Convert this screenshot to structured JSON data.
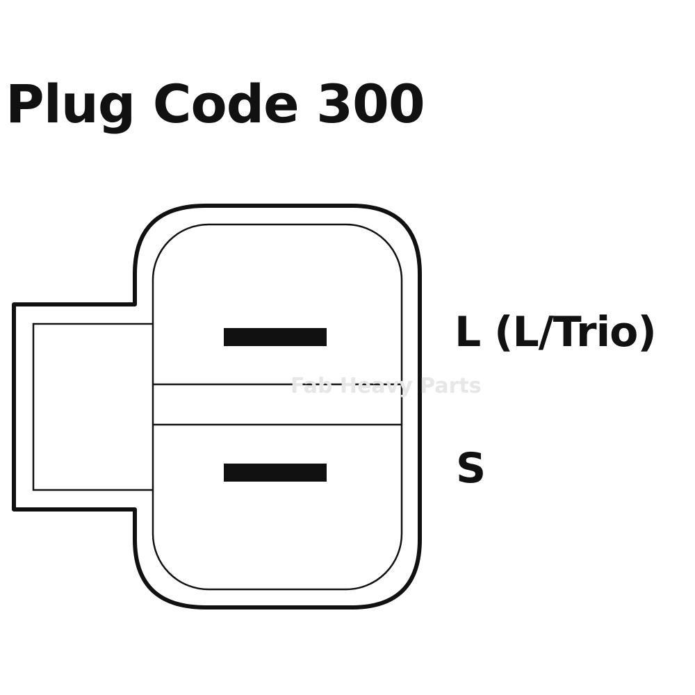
{
  "title": "Plug Code 300",
  "pins": {
    "top_label": "L (L/Trio)",
    "bottom_label": "S"
  },
  "watermark": "Fab Heavy Parts",
  "colors": {
    "line": "#111111",
    "background": "#ffffff",
    "watermark": "#e7e7e7"
  }
}
